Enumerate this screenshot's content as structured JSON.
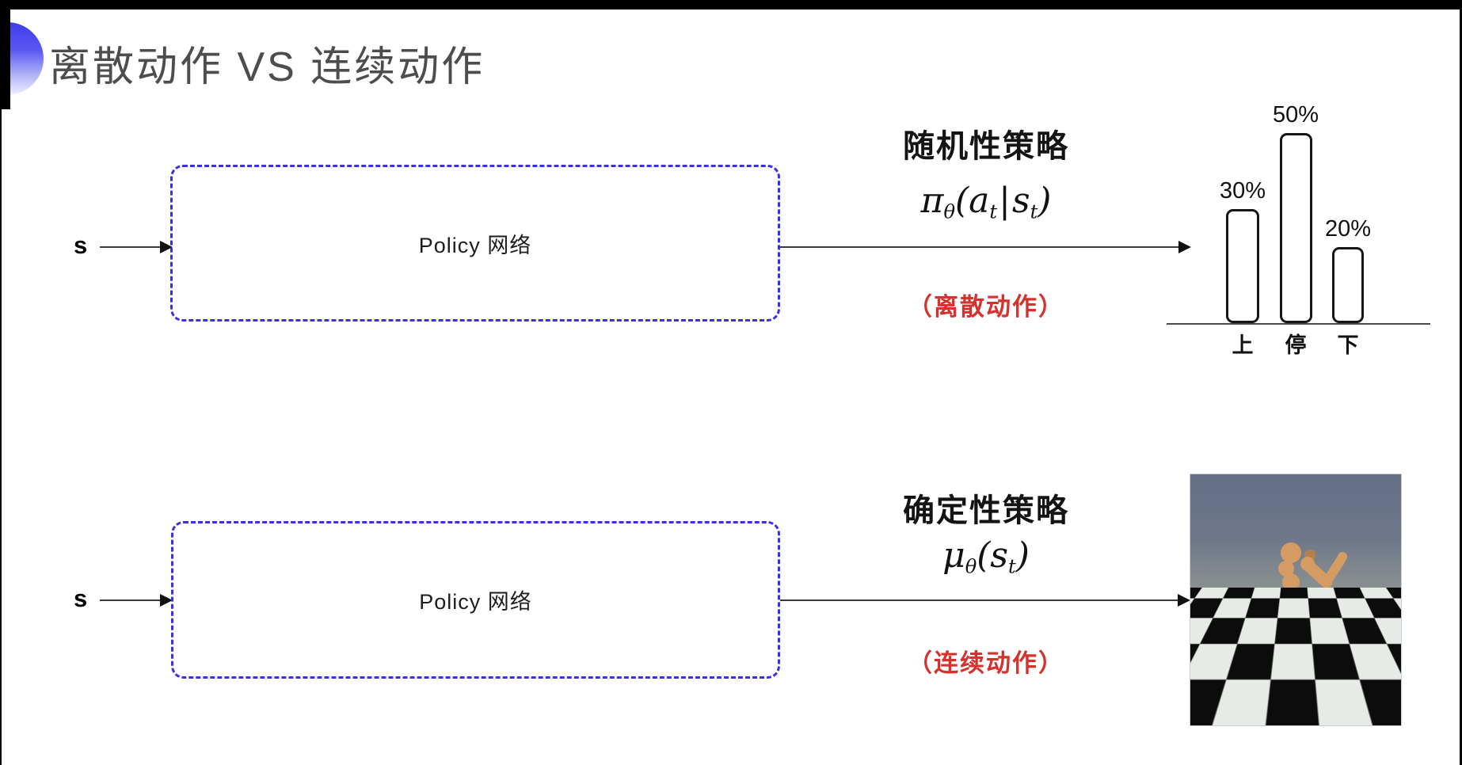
{
  "slide": {
    "title": "离散动作 VS 连续动作"
  },
  "top_flow": {
    "input_label": "s",
    "box_label": "Policy 网络",
    "policy_name": "随机性策略",
    "action_type": "（离散动作）",
    "formula": {
      "symbol": "π",
      "symbol_sub": "θ",
      "open_paren": "(",
      "arg1": "a",
      "arg1_sub": "t",
      "separator": "|",
      "arg2": "s",
      "arg2_sub": "t",
      "close_paren": ")"
    }
  },
  "bottom_flow": {
    "input_label": "s",
    "box_label": "Policy 网络",
    "policy_name": "确定性策略",
    "action_type": "（连续动作）",
    "formula": {
      "symbol": "μ",
      "symbol_sub": "θ",
      "open_paren": "(",
      "arg2": "s",
      "arg2_sub": "t",
      "close_paren": ")"
    }
  },
  "chart_data": {
    "type": "bar",
    "title": "",
    "categories": [
      "上",
      "停",
      "下"
    ],
    "values": [
      30,
      50,
      20
    ],
    "value_labels": [
      "30%",
      "50%",
      "20%"
    ],
    "ylim": [
      0,
      55
    ],
    "grid": false,
    "legend": false,
    "axis": {
      "x_baseline": true,
      "y_axis": false
    },
    "bar_style": "outlined-rounded-white"
  },
  "colors": {
    "accent_blue": "#3a31e6",
    "danger_red": "#d5312d",
    "title_gray": "#4d4d4d",
    "ink": "#161616",
    "humanoid_tan": "#d49c63",
    "humanoid_shade": "#b5814a"
  },
  "icons": {
    "title_bullet": "blue-gradient-circle",
    "sim_image": "mujoco-humanoid-on-checkerboard"
  }
}
